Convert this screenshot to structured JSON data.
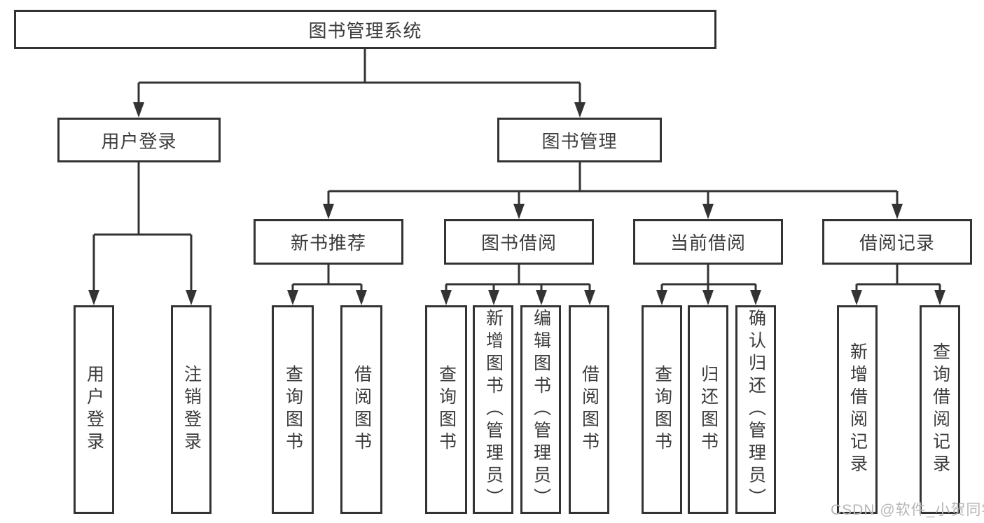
{
  "diagram_title": "图书管理系统",
  "tree": {
    "label": "图书管理系统",
    "children": [
      {
        "label": "用户登录",
        "children": [
          {
            "label": "用户登录"
          },
          {
            "label": "注销登录"
          }
        ]
      },
      {
        "label": "图书管理",
        "children": [
          {
            "label": "新书推荐",
            "children": [
              {
                "label": "查询图书"
              },
              {
                "label": "借阅图书"
              }
            ]
          },
          {
            "label": "图书借阅",
            "children": [
              {
                "label": "查询图书"
              },
              {
                "label": "新增图书（管理员）"
              },
              {
                "label": "编辑图书（管理员）"
              },
              {
                "label": "借阅图书"
              }
            ]
          },
          {
            "label": "当前借阅",
            "children": [
              {
                "label": "查询图书"
              },
              {
                "label": "归还图书"
              },
              {
                "label": "确认归还（管理员）"
              }
            ]
          },
          {
            "label": "借阅记录",
            "children": [
              {
                "label": "新增借阅记录"
              },
              {
                "label": "查询借阅记录"
              }
            ]
          }
        ]
      }
    ]
  },
  "watermark": {
    "text": "CSDN @软件_小贺同学"
  },
  "colors": {
    "line": "#333333",
    "border": "#333333",
    "text": "#3b3b3b",
    "background": "#ffffff",
    "watermark": "#b6b6b6"
  }
}
